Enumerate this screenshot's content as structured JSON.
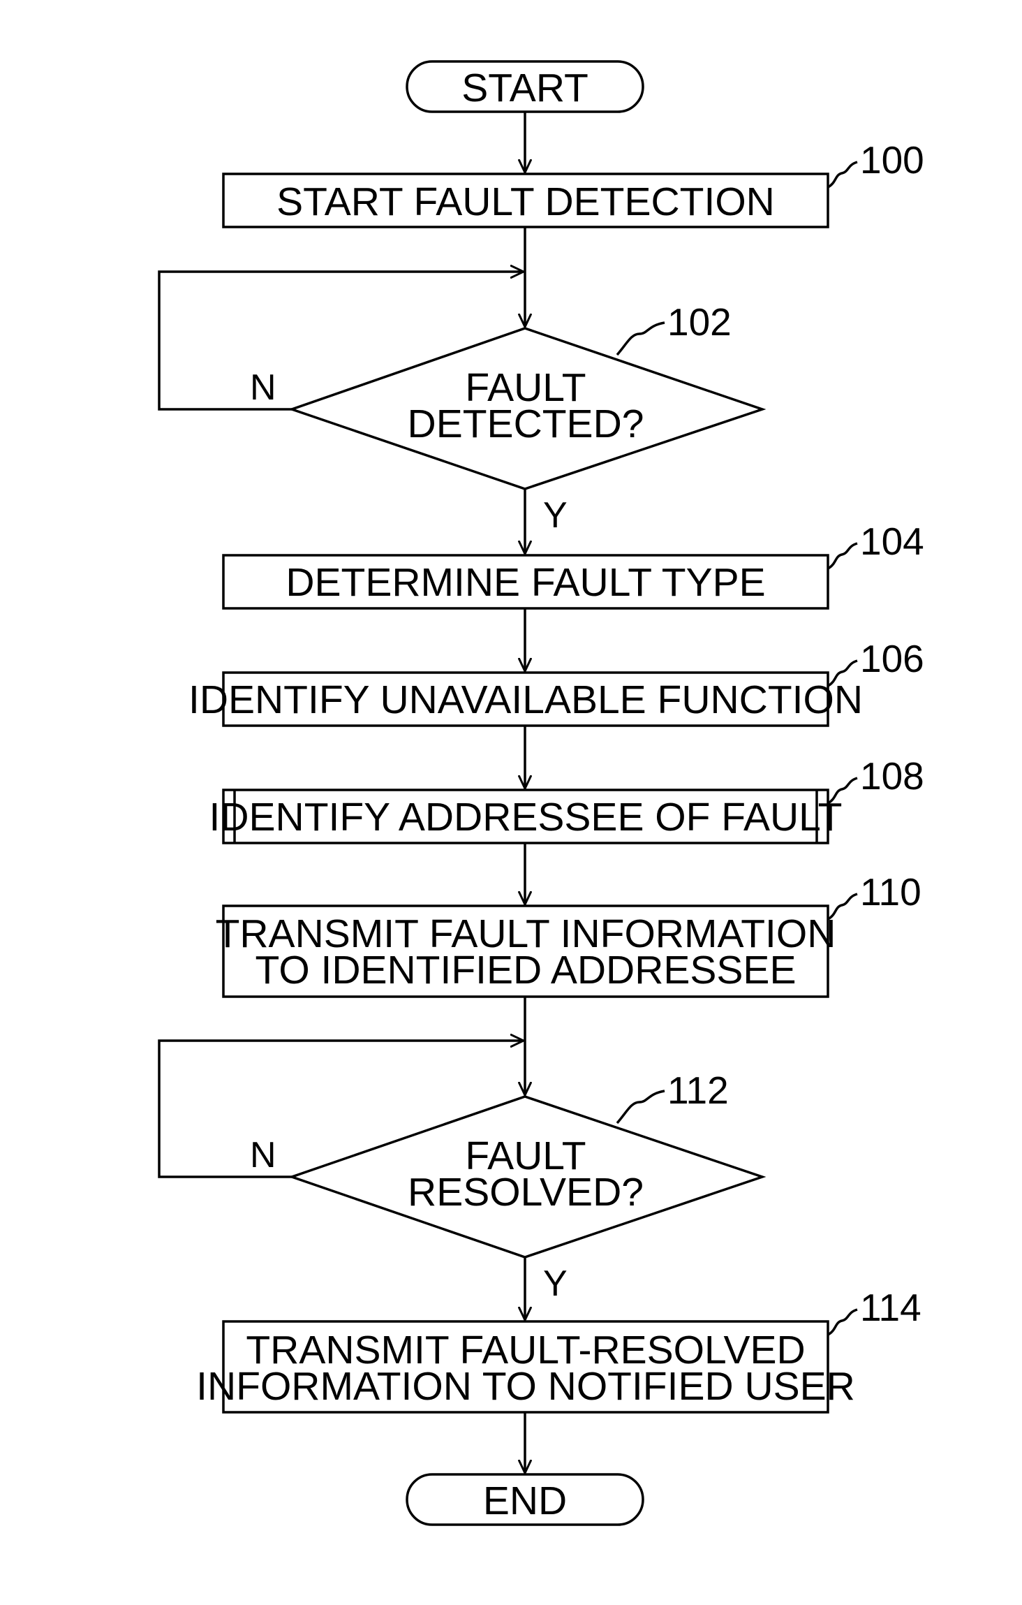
{
  "diagram": {
    "type": "flowchart",
    "start": {
      "label": "START"
    },
    "end": {
      "label": "END"
    },
    "steps": [
      {
        "ref": "100",
        "kind": "process",
        "lines": [
          "START FAULT DETECTION"
        ]
      },
      {
        "ref": "102",
        "kind": "decision",
        "lines": [
          "FAULT",
          "DETECTED?"
        ],
        "no_label": "N",
        "yes_label": "Y"
      },
      {
        "ref": "104",
        "kind": "process",
        "lines": [
          "DETERMINE FAULT TYPE"
        ]
      },
      {
        "ref": "106",
        "kind": "process",
        "lines": [
          "IDENTIFY UNAVAILABLE FUNCTION"
        ]
      },
      {
        "ref": "108",
        "kind": "predefined-process",
        "lines": [
          "IDENTIFY ADDRESSEE OF FAULT"
        ]
      },
      {
        "ref": "110",
        "kind": "process",
        "lines": [
          "TRANSMIT FAULT INFORMATION",
          "TO IDENTIFIED ADDRESSEE"
        ]
      },
      {
        "ref": "112",
        "kind": "decision",
        "lines": [
          "FAULT",
          "RESOLVED?"
        ],
        "no_label": "N",
        "yes_label": "Y"
      },
      {
        "ref": "114",
        "kind": "process",
        "lines": [
          "TRANSMIT FAULT-RESOLVED",
          "INFORMATION TO NOTIFIED USER"
        ]
      }
    ]
  }
}
